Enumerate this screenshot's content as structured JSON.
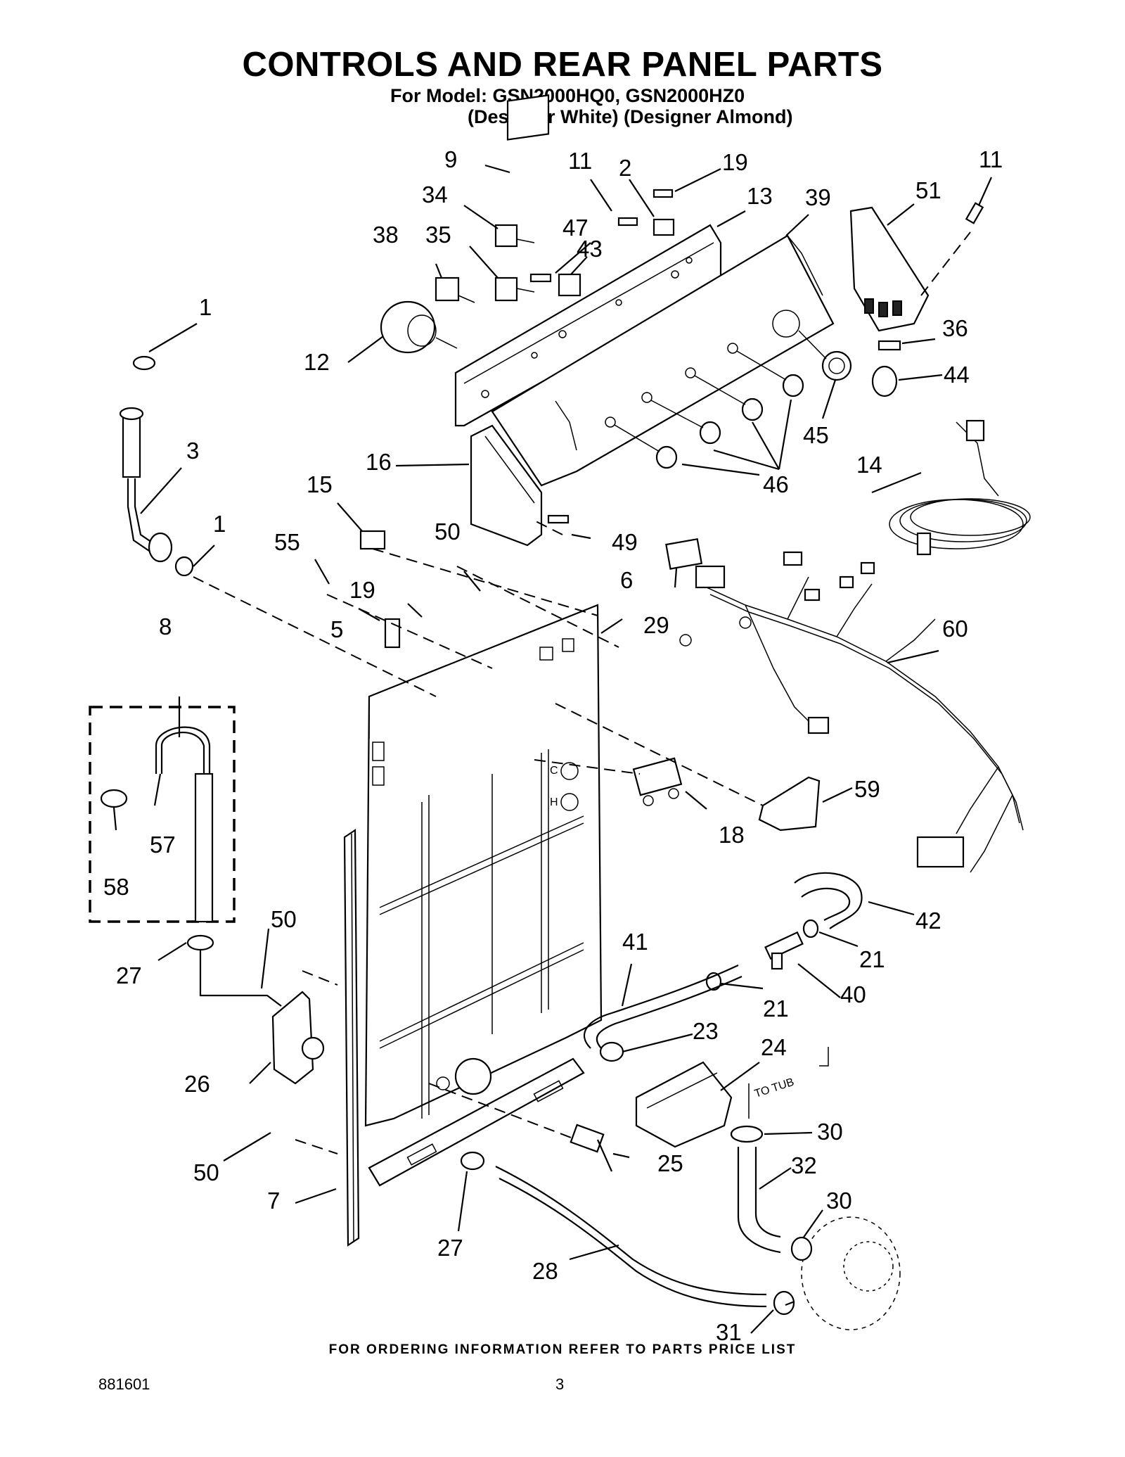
{
  "header": {
    "title": "CONTROLS AND REAR PANEL PARTS",
    "model_line": "For Model: GSN2000HQ0, GSN2000HZ0",
    "variant_line": "(Designer White) (Designer Almond)"
  },
  "footer": {
    "ordering_note": "FOR ORDERING INFORMATION REFER TO PARTS PRICE LIST",
    "document_number": "881601",
    "page_number": "3"
  },
  "diagram": {
    "annotation_to_tub": "TO TUB",
    "panel_marks": [
      "C",
      "H"
    ],
    "callouts": [
      "1",
      "1",
      "2",
      "3",
      "5",
      "6",
      "7",
      "8",
      "9",
      "11",
      "11",
      "12",
      "13",
      "14",
      "15",
      "16",
      "18",
      "19",
      "19",
      "21",
      "21",
      "23",
      "24",
      "25",
      "26",
      "27",
      "27",
      "28",
      "29",
      "30",
      "30",
      "31",
      "32",
      "34",
      "35",
      "36",
      "38",
      "39",
      "40",
      "41",
      "42",
      "43",
      "44",
      "45",
      "46",
      "47",
      "49",
      "50",
      "50",
      "50",
      "51",
      "55",
      "57",
      "58",
      "59",
      "60"
    ]
  }
}
